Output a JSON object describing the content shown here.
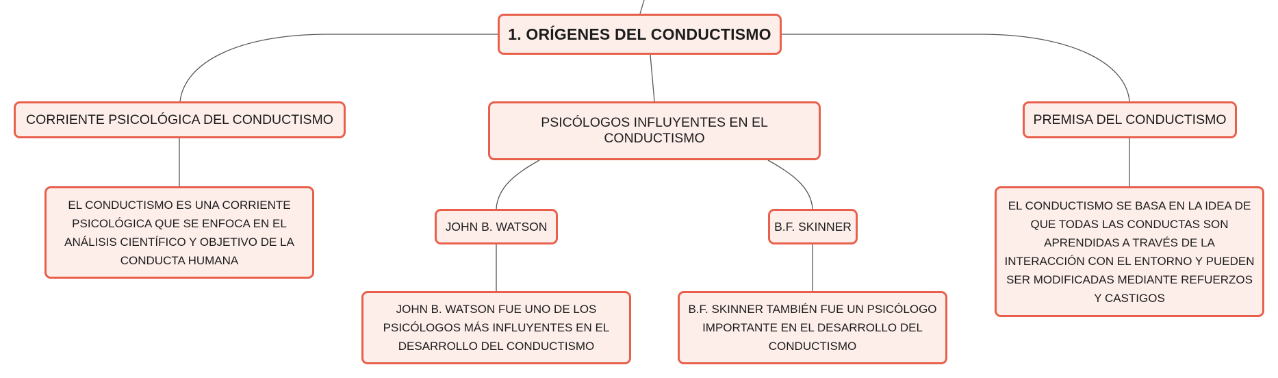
{
  "diagram": {
    "type": "mind-map",
    "colors": {
      "node_fill": "#fdeeea",
      "node_border": "#e8604c",
      "connector": "#555555"
    },
    "root": {
      "label": "1. ORÍGENES DEL CONDUCTISMO"
    },
    "branches": {
      "corriente": {
        "label": "CORRIENTE PSICOLÓGICA DEL CONDUCTISMO",
        "detail": "EL CONDUCTISMO ES UNA CORRIENTE PSICOLÓGICA QUE SE ENFOCA EN EL ANÁLISIS CIENTÍFICO Y OBJETIVO DE LA CONDUCTA HUMANA"
      },
      "psicologos": {
        "label": "PSICÓLOGOS INFLUYENTES EN EL CONDUCTISMO",
        "watson": {
          "label": "JOHN B. WATSON",
          "detail": "JOHN B. WATSON FUE UNO DE LOS PSICÓLOGOS MÁS INFLUYENTES EN EL DESARROLLO DEL CONDUCTISMO"
        },
        "skinner": {
          "label": "B.F. SKINNER",
          "detail": "B.F. SKINNER TAMBIÉN FUE UN PSICÓLOGO IMPORTANTE EN EL DESARROLLO DEL CONDUCTISMO"
        }
      },
      "premisa": {
        "label": "PREMISA DEL CONDUCTISMO",
        "detail": "EL CONDUCTISMO SE BASA EN LA IDEA DE QUE TODAS LAS CONDUCTAS SON APRENDIDAS A TRAVÉS DE LA INTERACCIÓN CON EL ENTORNO Y PUEDEN SER MODIFICADAS MEDIANTE REFUERZOS Y CASTIGOS"
      }
    }
  }
}
